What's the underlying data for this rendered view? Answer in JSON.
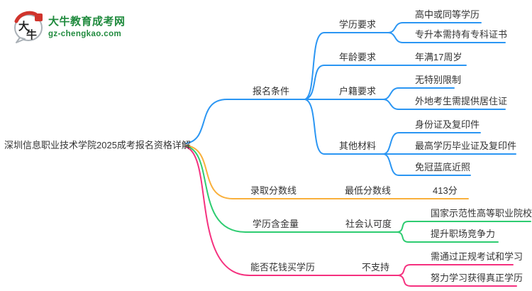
{
  "logo": {
    "icon_char_1": "大",
    "icon_char_2": "牛",
    "site_name": "大牛教育成考网",
    "site_url": "gz-chengkao.com"
  },
  "colors": {
    "branch_blue": "#2b96f3",
    "branch_orange": "#f9b03c",
    "branch_green": "#2ecc71",
    "branch_pink": "#f5317f",
    "text": "#333333",
    "brand_green": "#1f8a3d",
    "logo_red": "#d0342c"
  },
  "mindmap": {
    "root": "深圳信息职业技术学院2025成考报名资格详解",
    "branches": [
      {
        "label": "报名条件",
        "color": "#2b96f3",
        "children": [
          {
            "label": "学历要求",
            "children": [
              {
                "label": "高中或同等学历"
              },
              {
                "label": "专升本需持有专科证书"
              }
            ]
          },
          {
            "label": "年龄要求",
            "children": [
              {
                "label": "年满17周岁"
              }
            ]
          },
          {
            "label": "户籍要求",
            "children": [
              {
                "label": "无特别限制"
              },
              {
                "label": "外地考生需提供居住证"
              }
            ]
          },
          {
            "label": "其他材料",
            "children": [
              {
                "label": "身份证及复印件"
              },
              {
                "label": "最高学历毕业证及复印件"
              },
              {
                "label": "免冠蓝底近照"
              }
            ]
          }
        ]
      },
      {
        "label": "录取分数线",
        "color": "#f9b03c",
        "children": [
          {
            "label": "最低分数线",
            "children": [
              {
                "label": "413分"
              }
            ]
          }
        ]
      },
      {
        "label": "学历含金量",
        "color": "#2ecc71",
        "children": [
          {
            "label": "社会认可度",
            "children": [
              {
                "label": "国家示范性高等职业院校"
              },
              {
                "label": "提升职场竞争力"
              }
            ]
          }
        ]
      },
      {
        "label": "能否花钱买学历",
        "color": "#f5317f",
        "children": [
          {
            "label": "不支持",
            "children": [
              {
                "label": "需通过正规考试和学习"
              },
              {
                "label": "努力学习获得真正学历"
              }
            ]
          }
        ]
      }
    ]
  }
}
